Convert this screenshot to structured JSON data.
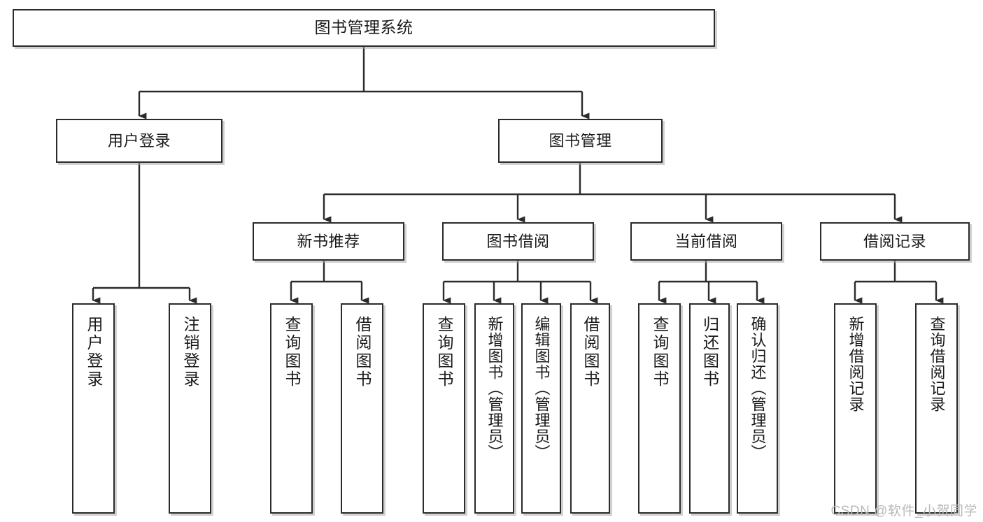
{
  "diagram": {
    "title": "图书管理系统",
    "type": "hierarchy-tree",
    "background_color": "#ffffff",
    "box_border_color": "#2b2b2b",
    "text_color": "#1a1a1a"
  },
  "root": {
    "label": "图书管理系统"
  },
  "tier2": [
    {
      "id": "user-login",
      "label": "用户登录"
    },
    {
      "id": "book-manage",
      "label": "图书管理"
    }
  ],
  "tier3": [
    {
      "id": "new-book-rec",
      "label": "新书推荐"
    },
    {
      "id": "book-borrow",
      "label": "图书借阅"
    },
    {
      "id": "current-borrow",
      "label": "当前借阅"
    },
    {
      "id": "borrow-record",
      "label": "借阅记录"
    }
  ],
  "leaves": {
    "user_login": [
      {
        "id": "leaf-user-login",
        "label": "用户登录"
      },
      {
        "id": "leaf-user-logout",
        "label": "注销登录"
      }
    ],
    "new_book_rec": [
      {
        "id": "leaf-query-book-1",
        "label": "查询图书"
      },
      {
        "id": "leaf-borrow-book-1",
        "label": "借阅图书"
      }
    ],
    "book_borrow": [
      {
        "id": "leaf-query-book-2",
        "label": "查询图书"
      },
      {
        "id": "leaf-add-book",
        "label": "新增图书（管理员）"
      },
      {
        "id": "leaf-edit-book",
        "label": "编辑图书（管理员）"
      },
      {
        "id": "leaf-borrow-book-2",
        "label": "借阅图书"
      }
    ],
    "current_borrow": [
      {
        "id": "leaf-query-book-3",
        "label": "查询图书"
      },
      {
        "id": "leaf-return-book",
        "label": "归还图书"
      },
      {
        "id": "leaf-confirm-return",
        "label": "确认归还（管理员）"
      }
    ],
    "borrow_record": [
      {
        "id": "leaf-add-record",
        "label": "新增借阅记录"
      },
      {
        "id": "leaf-query-record",
        "label": "查询借阅记录"
      }
    ]
  },
  "watermark": {
    "text": "CSDN @软件_小贺同学"
  }
}
